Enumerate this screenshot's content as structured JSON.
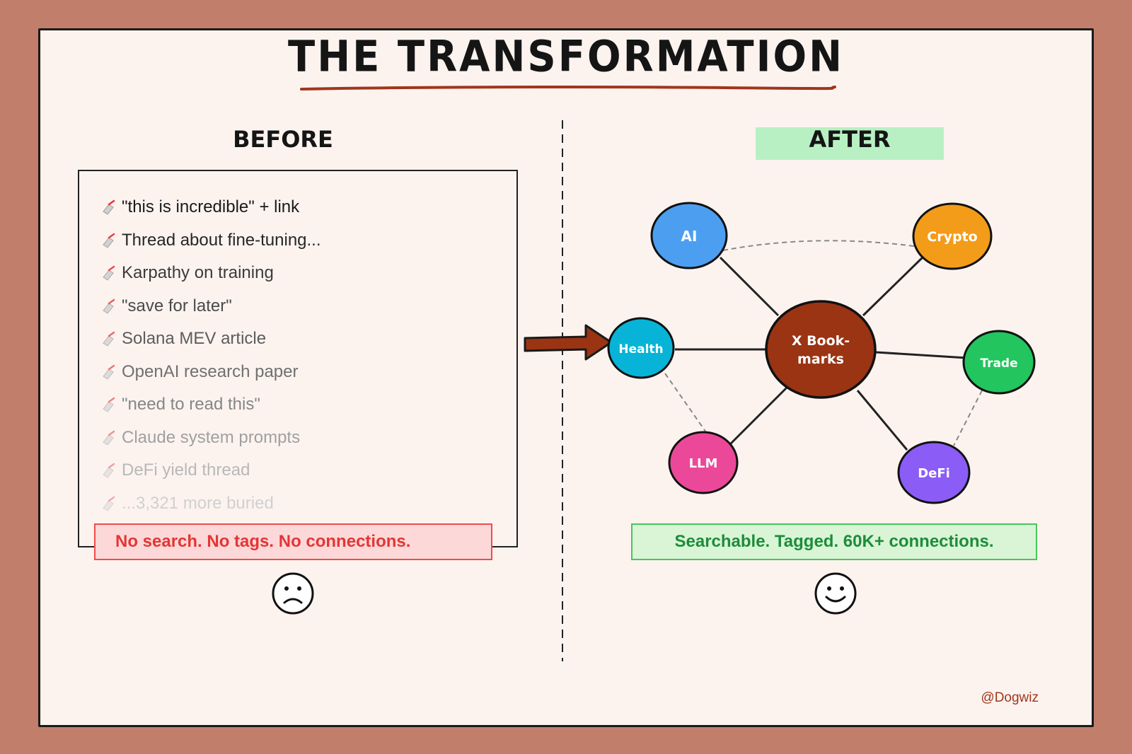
{
  "title": "THE TRANSFORMATION",
  "before": {
    "heading": "BEFORE",
    "items": [
      {
        "text": "\"this is incredible\" + link",
        "color": "#1a1a1a"
      },
      {
        "text": "Thread about fine-tuning...",
        "color": "#262626"
      },
      {
        "text": "Karpathy on training",
        "color": "#3b3b3b"
      },
      {
        "text": "\"save for later\"",
        "color": "#4a4a4a"
      },
      {
        "text": "Solana MEV article",
        "color": "#5c5c5c"
      },
      {
        "text": "OpenAI research paper",
        "color": "#707070"
      },
      {
        "text": "\"need to read this\"",
        "color": "#868686"
      },
      {
        "text": "Claude system prompts",
        "color": "#a0a0a0"
      },
      {
        "text": "DeFi yield thread",
        "color": "#b8b8b8"
      },
      {
        "text": "...3,321 more buried",
        "color": "#d0d0d0"
      }
    ],
    "summary": "No search. No tags. No connections."
  },
  "after": {
    "heading": "AFTER",
    "center": {
      "line1": "X Book-",
      "line2": "marks",
      "color": "#9a3413"
    },
    "nodes": [
      {
        "label": "AI",
        "color": "#4c9ff0"
      },
      {
        "label": "Crypto",
        "color": "#f39c1a"
      },
      {
        "label": "Health",
        "color": "#07b4d8"
      },
      {
        "label": "Trade",
        "color": "#22c55e"
      },
      {
        "label": "LLM",
        "color": "#ec4899"
      },
      {
        "label": "DeFi",
        "color": "#8b5cf6"
      }
    ],
    "summary": "Searchable. Tagged. 60K+ connections."
  },
  "handle": "@Dogwiz",
  "colors": {
    "frame": "#c17f6b",
    "card": "#fcf3ef",
    "arrow": "#9a3413",
    "accent_green": "#b8f0c3"
  }
}
